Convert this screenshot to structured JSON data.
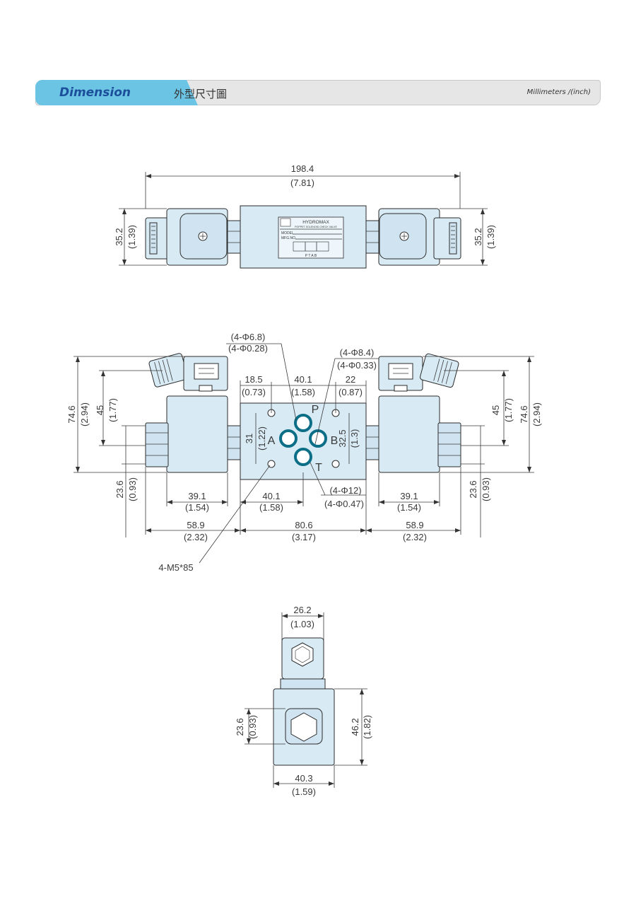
{
  "header": {
    "title": "Dimension",
    "subtitle": "外型尺寸圖",
    "units": "Millimeters /(inch)"
  },
  "colors": {
    "accent": "#6cc4e4",
    "title": "#1c4f9b",
    "body_fill": "#d8eaf4",
    "port_ring": "#0d6f87"
  },
  "nameplate": {
    "brand": "HYDROMAX",
    "product": "POPPET SOLENOID CHECK VALVE",
    "model": "MODEL",
    "mfg": "MFG.NO.",
    "ports": "P   T   A   B"
  },
  "top_view": {
    "overall_mm": "198.4",
    "overall_in": "(7.81)",
    "left_h_mm": "35.2",
    "left_h_in": "(1.39)",
    "right_h_mm": "35.2",
    "right_h_in": "(1.39)"
  },
  "front_view": {
    "hole_small_mm": "(4-Φ6.8)",
    "hole_small_in": "(4-Φ0.28)",
    "hole_mid_mm": "(4-Φ8.4)",
    "hole_mid_in": "(4-Φ0.33)",
    "d18_mm": "18.5",
    "d18_in": "(0.73)",
    "d40_mm": "40.1",
    "d40_in": "(1.58)",
    "d22_mm": "22",
    "d22_in": "(0.87)",
    "d31_mm": "31",
    "d31_in": "(1.22)",
    "d325_mm": "32.5",
    "d325_in": "(1.3)",
    "left_total_mm": "74.6",
    "left_total_in": "(2.94)",
    "left_45_mm": "45",
    "left_45_in": "(1.77)",
    "right_total_mm": "74.6",
    "right_total_in": "(2.94)",
    "right_45_mm": "45",
    "right_45_in": "(1.77)",
    "left_236_mm": "23.6",
    "left_236_in": "(0.93)",
    "right_236_mm": "23.6",
    "right_236_in": "(0.93)",
    "hole_big_mm": "(4-Φ12)",
    "hole_big_in": "(4-Φ0.47)",
    "coil_left_mm": "39.1",
    "coil_left_in": "(1.54)",
    "bottom_401_mm": "40.1",
    "bottom_401_in": "(1.58)",
    "coil_right_mm": "39.1",
    "coil_right_in": "(1.54)",
    "seg_left_mm": "58.9",
    "seg_left_in": "(2.32)",
    "seg_mid_mm": "80.6",
    "seg_mid_in": "(3.17)",
    "seg_right_mm": "58.9",
    "seg_right_in": "(2.32)",
    "thread": "4-M5*85",
    "port_p": "P",
    "port_t": "T",
    "port_a": "A",
    "port_b": "B"
  },
  "side_view": {
    "top_w_mm": "26.2",
    "top_w_in": "(1.03)",
    "h_mm": "23.6",
    "h_in": "(0.93)",
    "total_h_mm": "46.2",
    "total_h_in": "(1.82)",
    "bottom_w_mm": "40.3",
    "bottom_w_in": "(1.59)"
  }
}
